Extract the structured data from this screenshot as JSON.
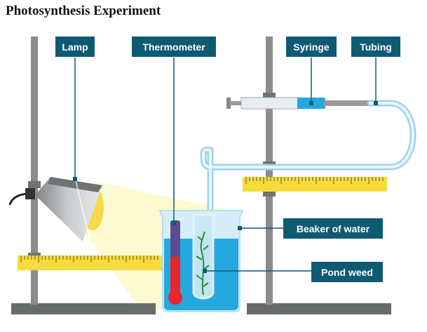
{
  "title": "Photosynthesis Experiment",
  "labels": {
    "lamp": "Lamp",
    "thermometer": "Thermometer",
    "syringe": "Syringe",
    "tubing": "Tubing",
    "beaker": "Beaker of water",
    "pond_weed": "Pond weed"
  },
  "colors": {
    "label_bg": "#0f5a73",
    "label_line": "#0f5a73",
    "stand": "#8c8c8c",
    "base": "#666b6e",
    "ruler": "#f6db3f",
    "water": "#25a8e0",
    "glass": "#d6eef9",
    "thermometer_red": "#e8252b",
    "thermometer_purple": "#5d4a8f",
    "weed": "#2e8b2e",
    "light_beam": "#fdf8cc",
    "bulb": "#f7d84a",
    "lamp_shade": "#b9bcbf"
  }
}
